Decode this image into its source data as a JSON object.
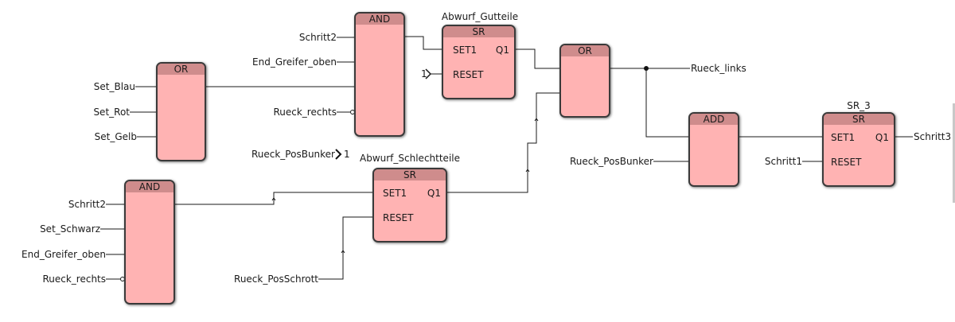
{
  "colors": {
    "block_fill": "#ffb3b3",
    "block_header": "#cf8c8c",
    "block_border": "#3a3a3a",
    "wire": "#1a1a1a",
    "background": "#ffffff"
  },
  "blocks": {
    "or1": {
      "type": "OR"
    },
    "and1": {
      "type": "AND"
    },
    "sr_gut": {
      "type": "SR",
      "instance": "Abwurf_Gutteile",
      "pin_set": "SET1",
      "pin_reset": "RESET",
      "pin_q": "Q1"
    },
    "or2": {
      "type": "OR"
    },
    "add1": {
      "type": "ADD"
    },
    "sr3": {
      "type": "SR",
      "instance": "SR_3",
      "pin_set": "SET1",
      "pin_reset": "RESET",
      "pin_q": "Q1"
    },
    "and2": {
      "type": "AND"
    },
    "sr_schlecht": {
      "type": "SR",
      "instance": "Abwurf_Schlechtteile",
      "pin_set": "SET1",
      "pin_reset": "RESET",
      "pin_q": "Q1"
    }
  },
  "variables": {
    "or1_in1": "Set_Blau",
    "or1_in2": "Set_Rot",
    "or1_in3": "Set_Gelb",
    "and1_in1": "Schritt2",
    "and1_in2": "End_Greifer_oben",
    "and1_in4": "Rueck_rechts",
    "sr_gut_reset_const": "1",
    "move_src": "Rueck_PosBunker",
    "move_dst": "1",
    "or2_out": "Rueck_links",
    "add_in2": "Rueck_PosBunker",
    "sr3_reset": "Schritt1",
    "sr3_out": "Schritt3",
    "and2_in1": "Schritt2",
    "and2_in2": "Set_Schwarz",
    "and2_in3": "End_Greifer_oben",
    "and2_in4": "Rueck_rechts",
    "sr_schlecht_reset": "Rueck_PosSchrott"
  }
}
